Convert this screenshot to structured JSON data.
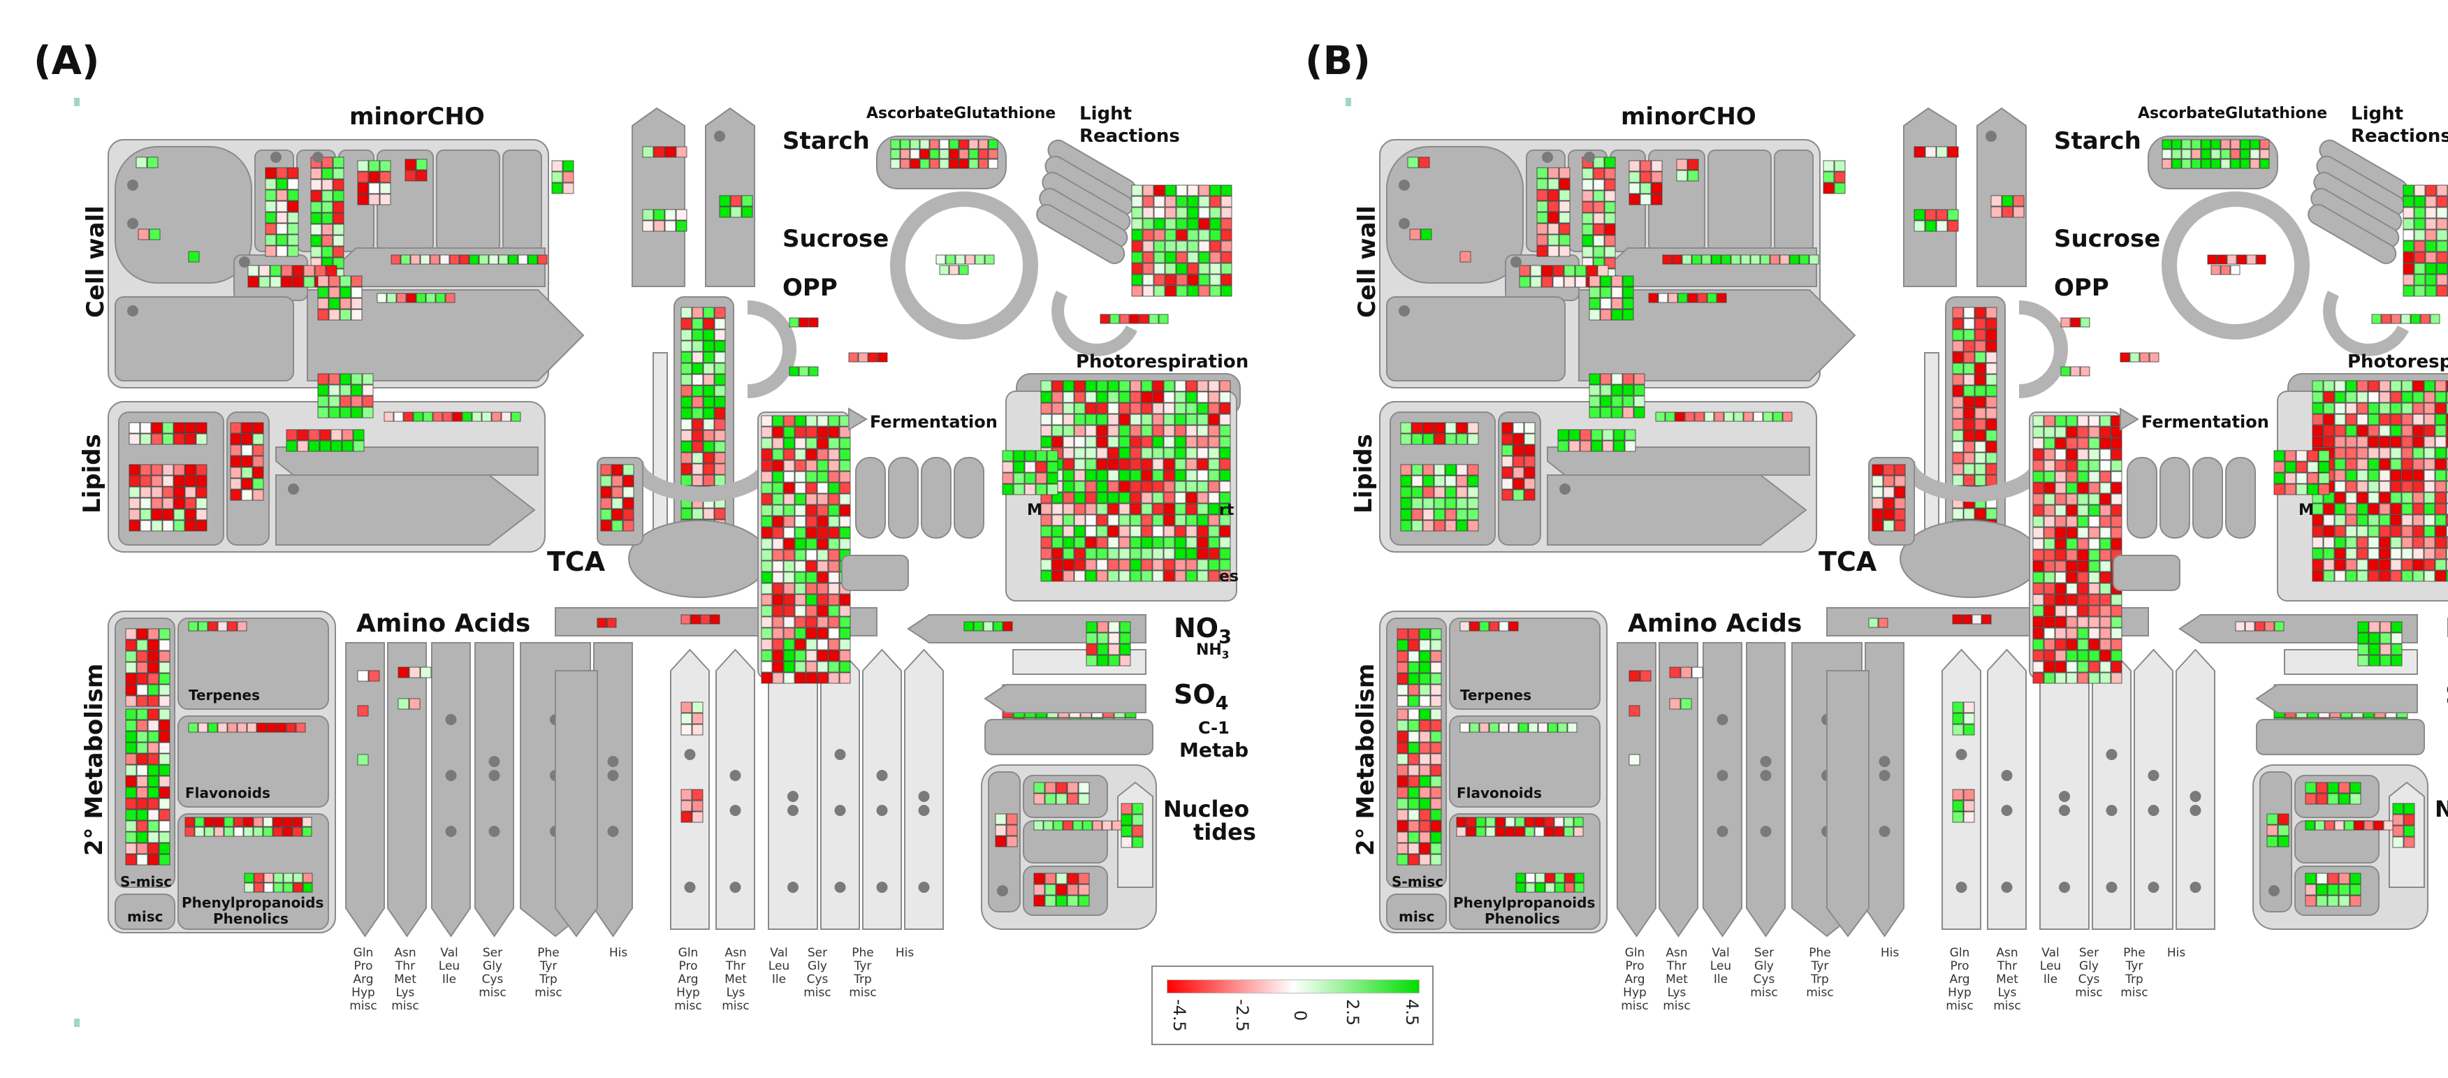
{
  "figure": {
    "panel_letters": [
      "(A)",
      "(B)"
    ],
    "map_labels": {
      "minor_cho": "minorCHO",
      "cell_wall": "Cell wall",
      "lipids": "Lipids",
      "secondary_metabolism": "2° Metabolism",
      "starch": "Starch",
      "sucrose": "Sucrose",
      "opp": "OPP",
      "asc_glu": "AscorbateGlutathione",
      "light_reactions_1": "Light",
      "light_reactions_2": "Reactions",
      "photorespiration": "Photorespiration",
      "fermentation": "Fermentation",
      "tca": "TCA",
      "amino_acids": "Amino Acids",
      "terpenes": "Terpenes",
      "flavonoids": "Flavonoids",
      "s_misc": "S-misc",
      "misc": "misc",
      "phenyl_1": "Phenylpropanoids",
      "phenyl_2": "Phenolics",
      "no3": "NO",
      "no3_sub": "3",
      "nh3": "NH",
      "nh3_sub": "3",
      "so4": "SO",
      "so4_sub": "4",
      "c1_1": "C-1",
      "c1_2": "Metab",
      "nucleo_1": "Nucleo",
      "nucleo_2": "tides",
      "mito_m": "M",
      "mito_rt": "rt",
      "mito_es": "es"
    },
    "amino_acid_groups": [
      "Gln\nPro\nArg\nHyp\nmisc",
      "Asn\nThr\nMet\nLys\nmisc",
      "Val\nLeu\nIle",
      "Ser\nGly\nCys\nmisc",
      "Phe\nTyr\nTrp\nmisc",
      "His"
    ],
    "legend": {
      "ticks": [
        "-4.5",
        "-2.5",
        "0",
        "2.5",
        "4.5"
      ],
      "low_color": "#ff0000",
      "mid_color": "#ffffff",
      "high_color": "#00dd00"
    },
    "colors": {
      "panel_bg": "#dcdcdc",
      "box_fill": "#b4b4b4",
      "box_stroke": "#8a8a8a",
      "light_box": "#e8e8e8",
      "dot": "#7a7a7a"
    }
  }
}
